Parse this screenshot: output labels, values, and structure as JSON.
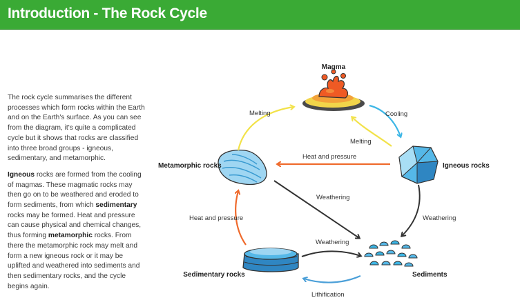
{
  "header": {
    "title": "Introduction - The Rock Cycle"
  },
  "intro": {
    "p1": "The rock cycle summarises the different processes which form rocks within the Earth and on the Earth's surface. As you can see from the diagram, it's quite a complicated cycle but it shows that rocks are classified into three broad groups - igneous, sedimentary, and metamorphic.",
    "p2": [
      {
        "t": "Igneous",
        "b": true
      },
      {
        "t": " rocks are formed from the cooling of magmas. These magmatic rocks may then go on to be weathered and eroded to form sediments, from which ",
        "b": false
      },
      {
        "t": "sedimentary",
        "b": true
      },
      {
        "t": " rocks may be formed. Heat and pressure can cause physical and chemical changes, thus forming ",
        "b": false
      },
      {
        "t": "metamorphic",
        "b": true
      },
      {
        "t": " rocks. From there the metamorphic rock may melt and form a new igneous rock or it may be uplifted and weathered into sediments and then sedimentary rocks, and the cycle begins again.",
        "b": false
      }
    ]
  },
  "diagram": {
    "nodes": {
      "magma": "Magma",
      "igneous": "Igneous rocks",
      "metamorphic": "Metamorphic rocks",
      "sedimentary": "Sedimentary rocks",
      "sediments": "Sediments"
    },
    "processes": {
      "melting_left": "Melting",
      "cooling": "Cooling",
      "melting_inner": "Melting",
      "heat_pressure_top": "Heat and pressure",
      "weathering_diag": "Weathering",
      "weathering_right": "Weathering",
      "heat_pressure_left": "Heat and pressure",
      "weathering_bottom": "Weathering",
      "lithification": "Lithification"
    },
    "colors": {
      "header": "#3aaa35",
      "arrow_yellow": "#f2e24a",
      "arrow_blue": "#3cb6e6",
      "arrow_orange": "#ef6a2c",
      "arrow_dark": "#333333",
      "arrow_lightblue": "#4a9fd8"
    }
  }
}
